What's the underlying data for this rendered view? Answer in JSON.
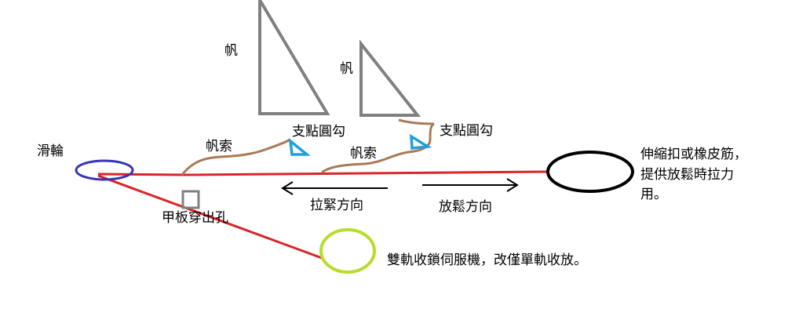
{
  "labels": {
    "sail_left": "帆",
    "sail_right": "帆",
    "fulcrum_left": "支點圓勾",
    "fulcrum_right": "支點圓勾",
    "sheet_left": "帆索",
    "sheet_right": "帆索",
    "pulley": "滑輪",
    "deck_hole": "甲板穿出孔",
    "tighten_direction": "拉緊方向",
    "release_direction": "放鬆方向",
    "elastic_note_line1": "伸縮扣或橡皮筋，",
    "elastic_note_line2": "提供放鬆時拉力",
    "elastic_note_line3": "用。",
    "servo_note": "雙軌收鎖伺服機，改僅單軌收放。"
  },
  "colors": {
    "sail_outline": "#808080",
    "rope": "#a87a55",
    "main_line": "#d9242a",
    "pulley": "#3535b8",
    "fulcrum_hook": "#1f9fde",
    "deck_hole": "#808080",
    "elastic": "#000000",
    "servo": "#b5dd2a",
    "arrow": "#000000"
  }
}
